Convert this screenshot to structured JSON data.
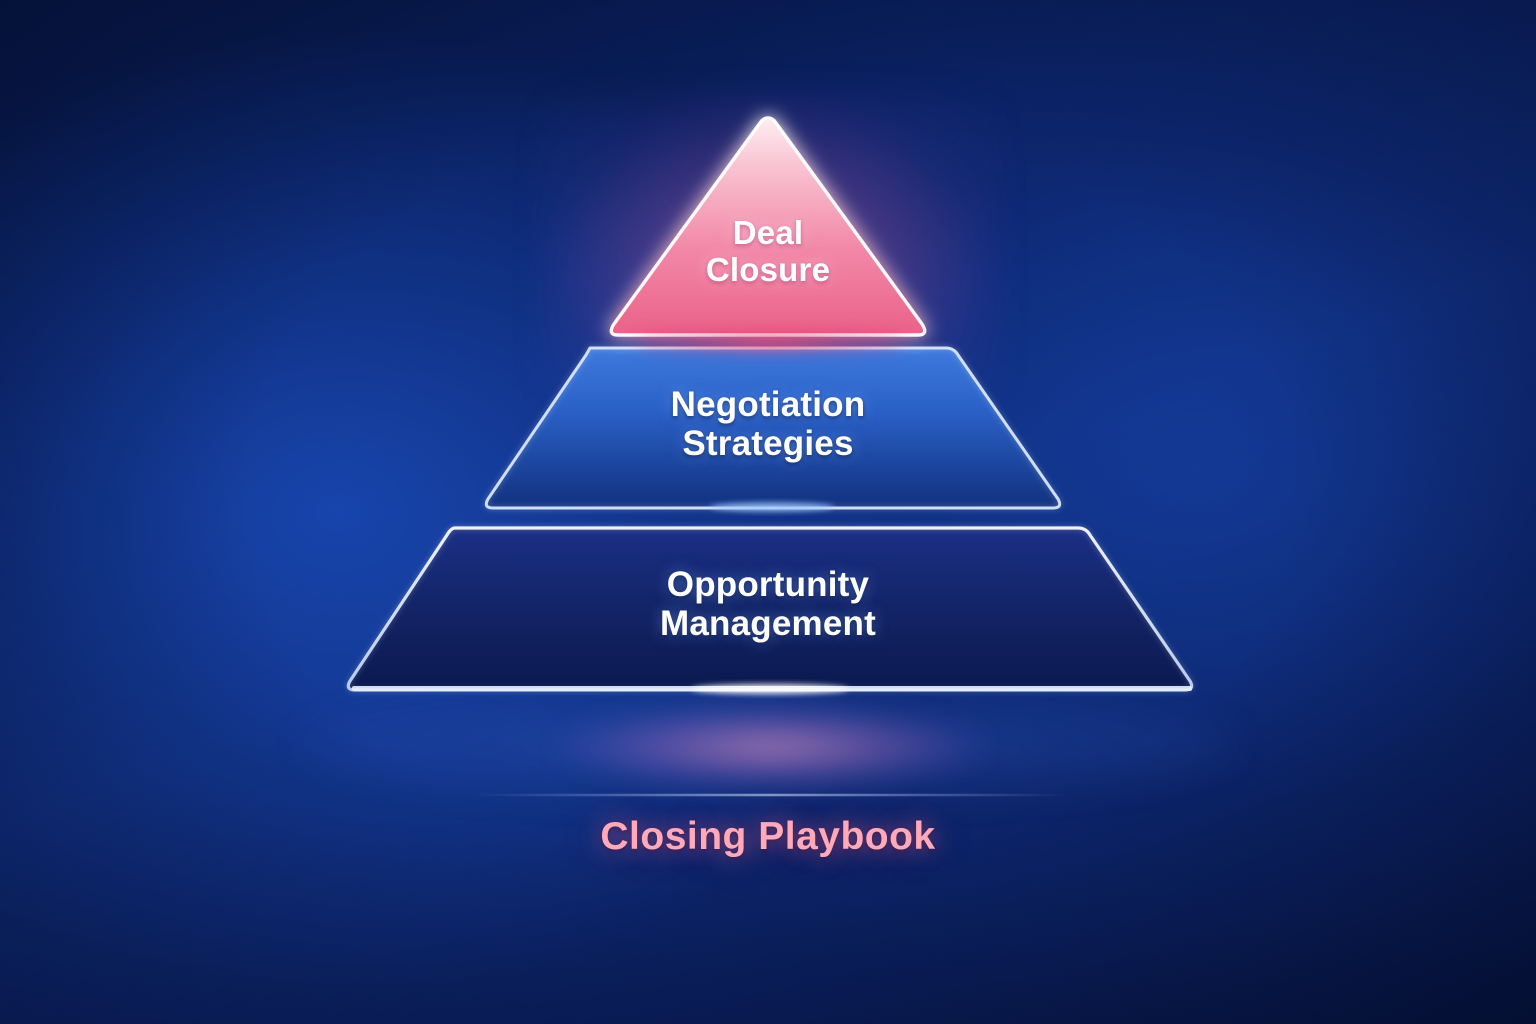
{
  "graphic": {
    "type": "pyramid-diagram",
    "caption": "Closing Playbook",
    "caption_color": "#ffa9b9",
    "background_colors": {
      "deep_navy": "#061745",
      "mid_blue": "#113082",
      "edge_navy": "#05133c"
    },
    "tiers": [
      {
        "id": "tier-top",
        "label": "Deal\nClosure",
        "shape": "triangle",
        "level": 3,
        "fill_top": "#fde4ea",
        "fill_bottom": "#ef6d92",
        "stroke": "#ffffff",
        "text_color": "#ffffff"
      },
      {
        "id": "tier-middle",
        "label": "Negotiation\nStrategies",
        "shape": "trapezoid",
        "level": 2,
        "fill_top": "#3a74d8",
        "fill_bottom": "#123183",
        "stroke": "#cfe0fb",
        "text_color": "#ffffff"
      },
      {
        "id": "tier-bottom",
        "label": "Opportunity\nManagement",
        "shape": "trapezoid",
        "level": 1,
        "fill_top": "#17287a",
        "fill_bottom": "#0c1b55",
        "stroke": "#e4ecfb",
        "text_color": "#ffffff"
      }
    ]
  },
  "chart_data": {
    "type": "pyramid",
    "title": "Closing Playbook",
    "levels": [
      {
        "rank": 1,
        "label": "Deal Closure",
        "position": "apex"
      },
      {
        "rank": 2,
        "label": "Negotiation Strategies",
        "position": "middle"
      },
      {
        "rank": 3,
        "label": "Opportunity Management",
        "position": "base"
      }
    ],
    "orientation": "bottom-up",
    "legend": "none",
    "grid": false
  }
}
